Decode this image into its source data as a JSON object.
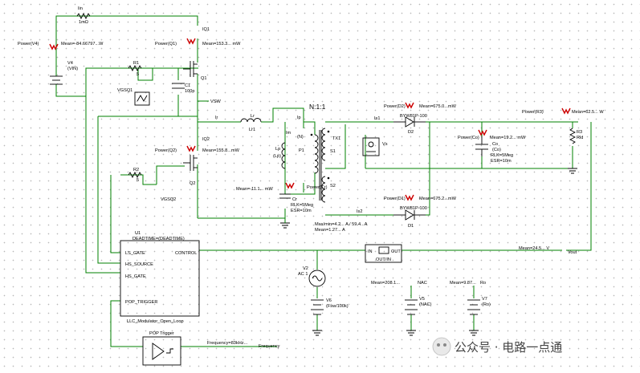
{
  "labels": {
    "power_v4": "Power(V4)",
    "mean_v4": "Mean=-84.66797...W",
    "v4_name": "V4",
    "v4_val": "(VIN)",
    "i_in": "Iin",
    "r_sense": "1mΩ",
    "iq1": "IQ1",
    "power_q1": "Power(Q1)",
    "mean_q1": "Mean=153.3... mW",
    "q1": "Q1",
    "r1": "R1",
    "r1_val": "5",
    "c1": "C1",
    "c1_val": "100p",
    "vgsq1": "VGSQ1",
    "vsw": "VSW",
    "n_ratio": "N:1:1",
    "ir": "Ir",
    "lr": "Lr",
    "lr_val": "Lr1",
    "im": "Im",
    "lp": "Lp",
    "lp_val": "(Lp)",
    "ip": "Ip",
    "p1": "P1",
    "s1": "S1",
    "s2": "S2",
    "tx1": "TX1",
    "n_label": "(N)",
    "iq2": "IQ2",
    "power_q2": "Power(Q2)",
    "mean_q2": "Mean=155.8...mW",
    "q2": "Q2",
    "r2": "R2",
    "r2_val": "5",
    "vgsq2": "VGSQ2",
    "mean_cr": "Mean=-11.1... mW",
    "cr": "Cr",
    "cr_rlk": "RLK=5Meg",
    "cr_esr": "ESR=10m",
    "power_cr": "Power(Cr)",
    "power_d2": "Power(D2)",
    "mean_d2": "Mean=675.0...mW",
    "d2": "D2",
    "d2_part": "BYW81P-100",
    "is1": "Is1",
    "vs": "Vs",
    "power_d1": "Power(D1)",
    "mean_d1": "Mean=675.2...mW",
    "d1": "D1",
    "d1_part": "BYW81P-100",
    "is2": "Is2",
    "max_min": "Max/min=4.2... A / 59.4...A",
    "mean_is2": "Mean=1.27... A",
    "power_co": "Power(Co)",
    "mean_co": "Mean=19.2... mW",
    "co": "Co",
    "co_val": "(Co)",
    "co_rlk": "RLK=5Meg",
    "co_esr": "ESR=10m",
    "power_r3": "Power(R3)",
    "mean_r3": "Mean=62.5... W",
    "r3": "R3",
    "r3_val": "Rld",
    "u1": "U1",
    "deadtime": "DEADTIME=(DEADTIME)",
    "ls_gate": "LS_GATE",
    "hs_source": "HS_SOURCE",
    "hs_gate": "HS_GATE",
    "control": "CONTROL",
    "pop_trigger_pin": "POP_TRIGGER",
    "u1_part": "LLC_Modulator_Open_Loop",
    "mean_vout": "Mean=24.5... V",
    "vout": "Vout",
    "in_pin": "IN",
    "out_pin": "OUT",
    "out_in": "OUT/IN",
    "v2": "V2",
    "v2_type": "AC 1",
    "v6": "V6",
    "v6_val": "(Fsw/100k)",
    "mean_v5": "Mean=208.1...",
    "v5_node": "NAC",
    "v5": "V5",
    "v5_val": "(NAC)",
    "mean_v7": "Mean=9.87...",
    "v7_node": "Ro",
    "v7": "V7",
    "v7_val": "(Ro)",
    "pop_trigger_block": "POP Trigger",
    "frequency_readout": "Frequency=83kHz...",
    "frequency_label": "Frequency",
    "watermark": "公众号 · 电路一点通"
  },
  "colors": {
    "wire": "#008000",
    "probe": "#cc0000",
    "component": "#000000"
  }
}
